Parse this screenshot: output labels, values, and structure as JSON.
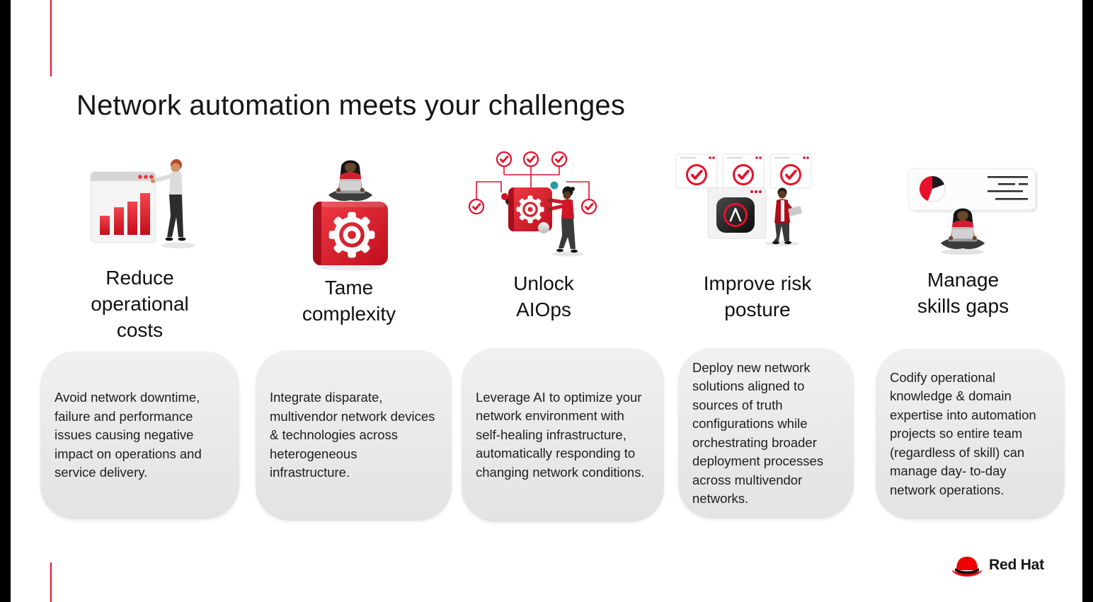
{
  "slide": {
    "title": "Network automation meets your challenges",
    "brand": {
      "logo_text": "Red Hat",
      "logo_icon": "red-fedora-icon"
    }
  },
  "cards": [
    {
      "title": "Reduce operational costs",
      "description": "Avoid network downtime, failure and performance issues causing negative impact on operations and service delivery.",
      "illustration": "person-pointing-at-bar-chart-window"
    },
    {
      "title": "Tame complexity",
      "description": "Integrate disparate, multivendor network devices & technologies across heterogeneous infrastructure.",
      "illustration": "person-with-laptop-sitting-on-gear-cube"
    },
    {
      "title": "Unlock AIOps",
      "description": "Leverage AI to optimize your network environment with self-healing infrastructure, automatically responding to changing network conditions.",
      "illustration": "gear-cube-connected-to-check-nodes-with-person"
    },
    {
      "title": "Improve risk posture",
      "description": "Deploy new network solutions aligned to sources of truth configurations while orchestrating broader deployment processes across multivendor networks.",
      "illustration": "browser-windows-with-checks-ansible-logo-person-with-laptop"
    },
    {
      "title": "Manage skills gaps",
      "description": "Codify operational knowledge & domain expertise into automation projects so entire team (regardless of skill) can manage day- to-day network operations.",
      "illustration": "dashboard-card-pie-chart-person-with-laptop"
    }
  ],
  "colors": {
    "brand_red": "#ee0000",
    "illustration_red": "#e8102a",
    "box_gray": "#e9e9e9",
    "text_dark": "#151515",
    "edge_black": "#000000"
  }
}
